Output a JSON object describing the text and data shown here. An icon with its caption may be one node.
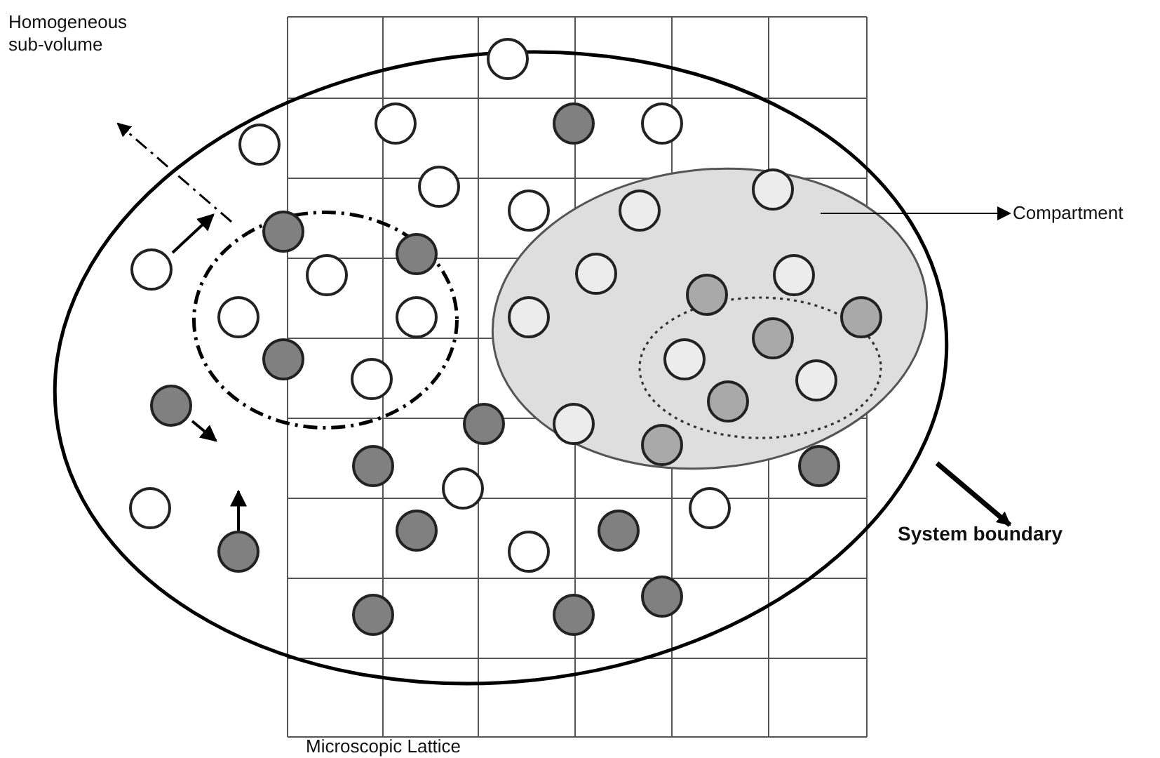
{
  "diagram": {
    "nodes": [
      {
        "text": [
          "Homogeneous sub-volume"
        ]
      },
      {
        "text": [],
        "shape": "ellipse"
      },
      {
        "text": [],
        "shape": "circle",
        "in": 1
      },
      {
        "text": [],
        "shape": "ellipse",
        "in": 1
      },
      {
        "text": [
          "Compartment"
        ]
      },
      {
        "text": [
          "System boundary"
        ]
      }
    ],
    "edges": [
      {
        "from": 2,
        "to": 0,
        "arrow": "to",
        "style": "dashed"
      },
      {
        "from": 3,
        "to": 4,
        "arrow": "to"
      },
      {
        "from": 1,
        "to": 5,
        "arrow": "to",
        "style": "thick"
      }
    ],
    "labels": [
      "Microscopic Lattice"
    ]
  }
}
